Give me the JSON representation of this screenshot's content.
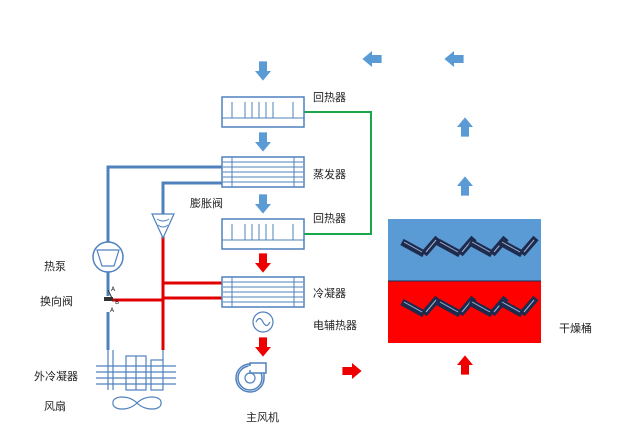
{
  "labels": {
    "recuperator_top": "回热器",
    "evaporator": "蒸发器",
    "expansion_valve": "膨胀阀",
    "recuperator_mid": "回热器",
    "heat_pump": "热泵",
    "reversing_valve": "换向阀",
    "condenser": "冷凝器",
    "electric_heater": "电辅热器",
    "outer_condenser": "外冷凝器",
    "fan": "风扇",
    "main_fan": "主风机",
    "drying_drum": "干燥桶",
    "valve_port_a": "A",
    "valve_port_b": "B",
    "valve_port_top": "A"
  },
  "colors": {
    "blue_pipe": "#4f81bd",
    "red_pipe": "#e00000",
    "green_pipe": "#1aa64a",
    "arrow_blue": "#5b9bd5",
    "arrow_red": "#ee0000",
    "drum_top": "#5b9bd5",
    "drum_bottom": "#ff0000",
    "material": "#1f2b4d"
  },
  "icons": [
    "down-arrow-icon",
    "left-arrow-icon",
    "up-arrow-icon",
    "right-arrow-icon",
    "fan-icon",
    "blower-icon",
    "heater-icon",
    "compressor-icon"
  ]
}
